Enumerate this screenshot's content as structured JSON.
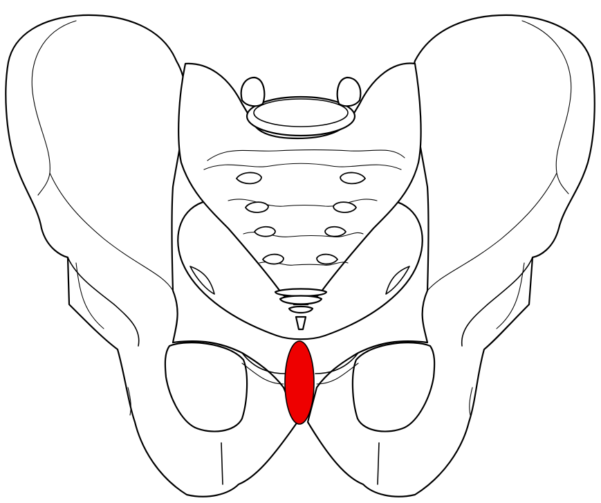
{
  "diagram": {
    "subject": "pelvis",
    "view": "anterior",
    "highlight": {
      "structure": "pubic-symphysis",
      "color": "#ee0000"
    },
    "line_color": "#000000",
    "background": "#ffffff"
  }
}
